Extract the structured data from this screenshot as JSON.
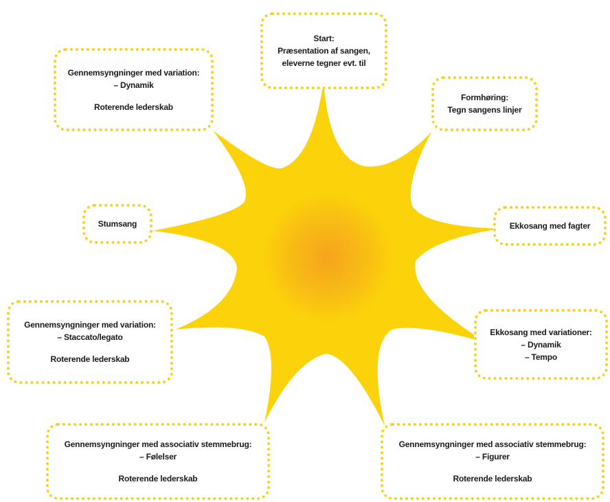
{
  "colors": {
    "ray": "#fcd20a",
    "core_center": "#f6a41c",
    "box_border": "#f7d11e",
    "text": "#1a1a1a"
  },
  "boxes": {
    "start": {
      "lines": [
        "Start:",
        "Præsentation af sangen,",
        "eleverne tegner evt. til"
      ]
    },
    "formhoring": {
      "lines": [
        "Formhøring:",
        "Tegn sangens linjer"
      ]
    },
    "dynamik_top": {
      "lines": [
        "Gennemsyngninger med variation:",
        "– Dynamik"
      ],
      "extra": "Roterende lederskab"
    },
    "stumsang": {
      "lines": [
        "Stumsang"
      ]
    },
    "ekkosang_fagter": {
      "lines": [
        "Ekkosang med fagter"
      ]
    },
    "staccato": {
      "lines": [
        "Gennemsyngninger med variation:",
        "– Staccato/legato"
      ],
      "extra": "Roterende lederskab"
    },
    "ekkosang_variationer": {
      "lines": [
        "Ekkosang med variationer:",
        "– Dynamik",
        "– Tempo"
      ]
    },
    "folelser": {
      "lines": [
        "Gennemsyngninger med associativ stemmebrug:",
        "– Følelser"
      ],
      "extra": "Roterende lederskab"
    },
    "figurer": {
      "lines": [
        "Gennemsyngninger med associativ stemmebrug:",
        "– Figurer"
      ],
      "extra": "Roterende lederskab"
    }
  }
}
